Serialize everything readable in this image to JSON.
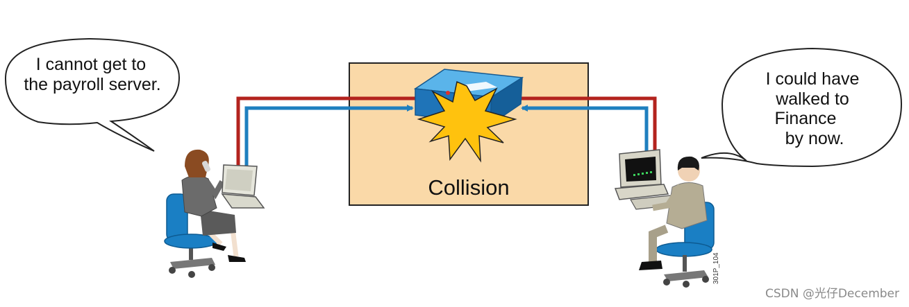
{
  "left_speech": {
    "line1": "I cannot get to",
    "line2": "the payroll server."
  },
  "right_speech": {
    "line1": "I could have",
    "line2": "walked to",
    "line3": "Finance",
    "line4": "by now."
  },
  "hub_box": {
    "label": "Collision",
    "fill_color": "#fad9a8"
  },
  "links": {
    "red_color": "#b3231e",
    "blue_color": "#1f7fbf"
  },
  "figure_id": "301P_104",
  "watermark": "CSDN @光仔December"
}
